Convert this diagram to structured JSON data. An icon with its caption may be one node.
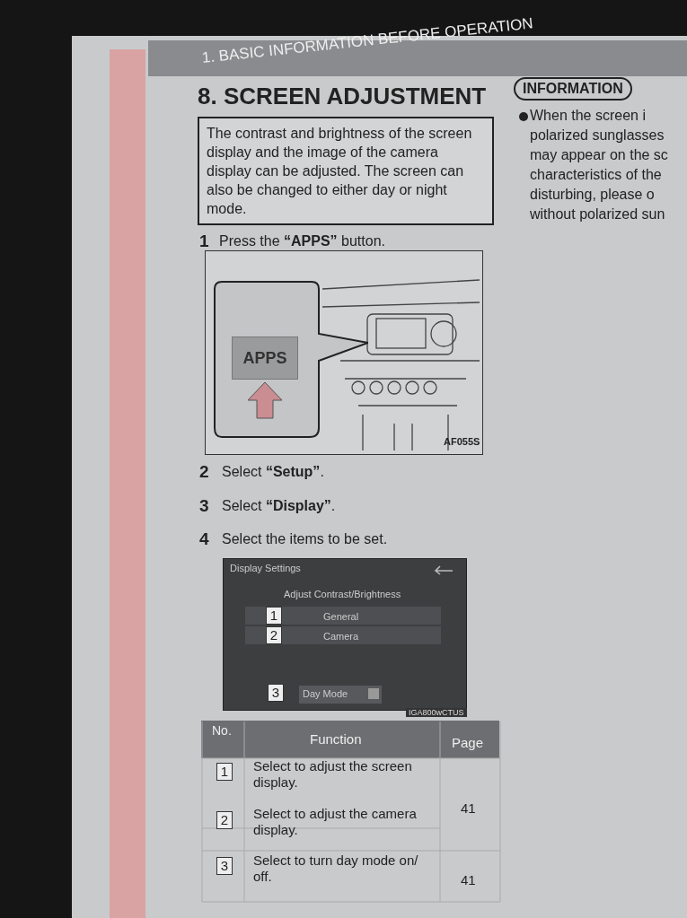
{
  "diagram": {
    "title": "8. SCREEN ADJUSTMENT",
    "nodes": [
      {
        "text": [
          "The contrast and brightness of the screen display and the image of the camera display can be adjusted. The screen can also be changed to either day or night mode."
        ]
      },
      {
        "text": [
          "INFORMATION"
        ]
      },
      {
        "text": [
          "APPS"
        ]
      }
    ],
    "labels": [
      "1. BASIC INFORMATION BEFORE OPERATION",
      "When the screen i polarized sunglasses may appear on the sc characteristics of the disturbing, please o without polarized sun",
      "1",
      "Press the **“APPS”** button.",
      "AF055S",
      "2",
      "Select **“Setup”**.",
      "3",
      "Select **“Display”**.",
      "4",
      "Select the items to be set.",
      "Display Settings",
      "Adjust Contrast/Brightness",
      "1",
      "General",
      "2",
      "Camera",
      "3",
      "Day Mode",
      "IGA800wCTUS",
      "No.",
      "Function",
      "Page",
      "1",
      "Select to adjust the screen display.",
      "41",
      "2",
      "Select to adjust the camera display.",
      "3",
      "Select to turn day mode on/ off.",
      "41"
    ]
  }
}
